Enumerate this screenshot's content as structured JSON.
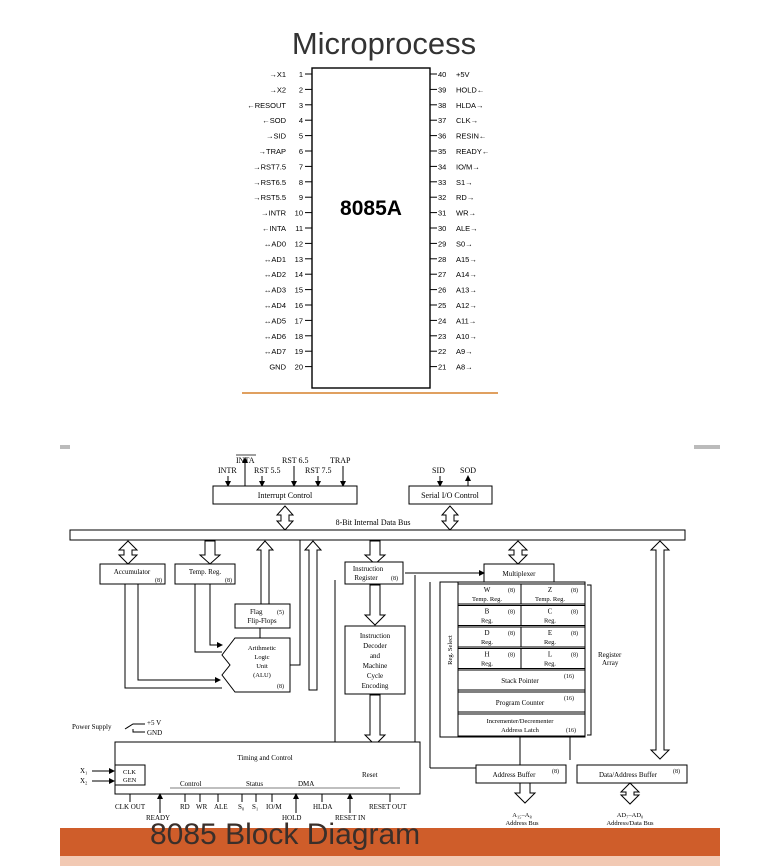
{
  "slide": {
    "top_title": "Microprocess",
    "bottom_title": "8085 Block Diagram",
    "accent_color": "#cf5d2a",
    "divider_color": "#e0a060"
  },
  "pinout": {
    "chip_label": "8085A",
    "left_pins": [
      {
        "num": "1",
        "name": "→X1"
      },
      {
        "num": "2",
        "name": "→X2"
      },
      {
        "num": "3",
        "name": "←RESOUT"
      },
      {
        "num": "4",
        "name": "←SOD"
      },
      {
        "num": "5",
        "name": "→SID"
      },
      {
        "num": "6",
        "name": "→TRAP"
      },
      {
        "num": "7",
        "name": "→RST7.5"
      },
      {
        "num": "8",
        "name": "→RST6.5"
      },
      {
        "num": "9",
        "name": "→RST5.5"
      },
      {
        "num": "10",
        "name": "→INTR"
      },
      {
        "num": "11",
        "name": "←INTA"
      },
      {
        "num": "12",
        "name": "↔AD0"
      },
      {
        "num": "13",
        "name": "↔AD1"
      },
      {
        "num": "14",
        "name": "↔AD2"
      },
      {
        "num": "15",
        "name": "↔AD3"
      },
      {
        "num": "16",
        "name": "↔AD4"
      },
      {
        "num": "17",
        "name": "↔AD5"
      },
      {
        "num": "18",
        "name": "↔AD6"
      },
      {
        "num": "19",
        "name": "↔AD7"
      },
      {
        "num": "20",
        "name": "GND"
      }
    ],
    "right_pins": [
      {
        "num": "40",
        "name": "+5V"
      },
      {
        "num": "39",
        "name": "HOLD←"
      },
      {
        "num": "38",
        "name": "HLDA→"
      },
      {
        "num": "37",
        "name": "CLK→"
      },
      {
        "num": "36",
        "name": "RESIN←"
      },
      {
        "num": "35",
        "name": "READY←"
      },
      {
        "num": "34",
        "name": "IO/M→"
      },
      {
        "num": "33",
        "name": "S1→"
      },
      {
        "num": "32",
        "name": "RD→"
      },
      {
        "num": "31",
        "name": "WR→"
      },
      {
        "num": "30",
        "name": "ALE→"
      },
      {
        "num": "29",
        "name": "S0→"
      },
      {
        "num": "28",
        "name": "A15→"
      },
      {
        "num": "27",
        "name": "A14→"
      },
      {
        "num": "26",
        "name": "A13→"
      },
      {
        "num": "25",
        "name": "A12→"
      },
      {
        "num": "24",
        "name": "A11→"
      },
      {
        "num": "23",
        "name": "A10→"
      },
      {
        "num": "22",
        "name": "A9→"
      },
      {
        "num": "21",
        "name": "A8→"
      }
    ]
  },
  "block": {
    "interrupt_inputs": {
      "inta": "INTA",
      "rst65": "RST 6.5",
      "trap": "TRAP",
      "intr": "INTR",
      "rst55": "RST 5.5",
      "rst75": "RST 7.5"
    },
    "serial_inputs": {
      "sid": "SID",
      "sod": "SOD"
    },
    "interrupt_control": "Interrupt Control",
    "serial_control": "Serial I/O Control",
    "bus_label": "8-Bit Internal Data Bus",
    "accumulator": "Accumulator",
    "accumulator_bits": "(8)",
    "temp_reg": "Temp. Reg.",
    "temp_reg_bits": "(8)",
    "flag": [
      "Flag",
      "Flip-Flops"
    ],
    "flag_bits": "(5)",
    "alu": [
      "Arithmetic",
      "Logic",
      "Unit",
      "(ALU)"
    ],
    "alu_bits": "(8)",
    "ir": [
      "Instruction",
      "Register"
    ],
    "ir_bits": "(8)",
    "decoder": [
      "Instruction",
      "Decoder",
      "and",
      "Machine",
      "Cycle",
      "Encoding"
    ],
    "multiplexer": "Multiplexer",
    "reg_select": "Reg. Select",
    "registers": [
      {
        "a": "W",
        "b": "Temp. Reg.",
        "c": "Z",
        "d": "Temp. Reg."
      },
      {
        "a": "B",
        "b": "Reg.",
        "c": "C",
        "d": "Reg."
      },
      {
        "a": "D",
        "b": "Reg.",
        "c": "E",
        "d": "Reg."
      },
      {
        "a": "H",
        "b": "Reg.",
        "c": "L",
        "d": "Reg."
      }
    ],
    "reg_bits": "(8)",
    "stack_pointer": "Stack Pointer",
    "program_counter": "Program Counter",
    "inc_dec": [
      "Incrementer/Decrementer",
      "Address Latch"
    ],
    "wide_bits": "(16)",
    "register_array": [
      "Register",
      "Array"
    ],
    "power_supply": "Power Supply",
    "plus5v": "+5 V",
    "gnd": "GND",
    "timing_control": "Timing and Control",
    "clk_gen": [
      "CLK",
      "GEN"
    ],
    "x1": "X₁",
    "x2": "X₂",
    "control": "Control",
    "status": "Status",
    "dma": "DMA",
    "reset": "Reset",
    "bottom_signals": {
      "clk_out": "CLK OUT",
      "ready": "READY",
      "rd": "RD",
      "wr": "WR",
      "ale": "ALE",
      "s0": "S₀",
      "s1": "S₁",
      "iom": "IO/M",
      "hold": "HOLD",
      "hlda": "HLDA",
      "reset_in": "RESET IN",
      "reset_out": "RESET OUT"
    },
    "address_buffer": "Address Buffer",
    "data_address_buffer": "Data/Address Buffer",
    "addr_bus": [
      "A₁₅–A₈",
      "Address Bus"
    ],
    "data_bus": [
      "AD₇–AD₀",
      "Address/Data Bus"
    ]
  }
}
